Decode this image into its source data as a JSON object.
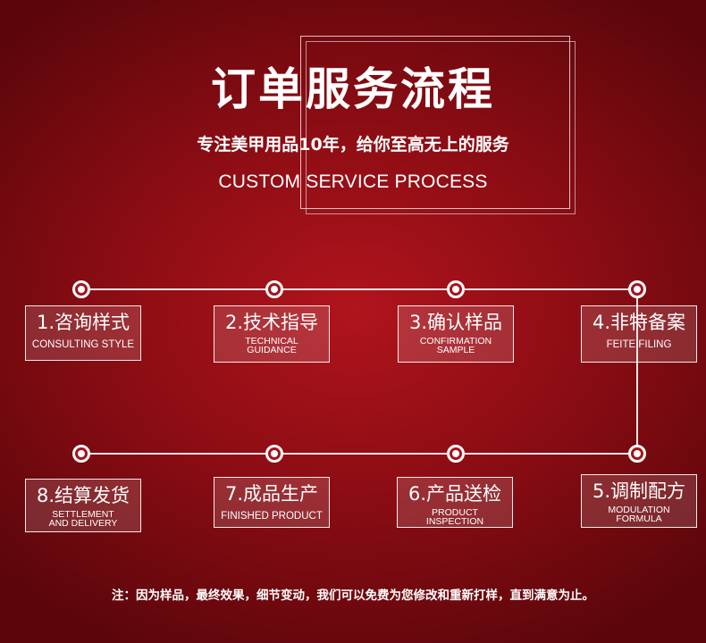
{
  "header": {
    "title": "订单服务流程",
    "subtitle": "专注美甲用品10年，给你至高无上的服务",
    "english_title": "CUSTOM SERVICE PROCESS"
  },
  "steps": [
    {
      "title": "1.咨询样式",
      "en": "CONSULTING STYLE"
    },
    {
      "title": "2.技术指导",
      "en": "TECHNICAL GUIDANCE"
    },
    {
      "title": "3.确认样品",
      "en": "CONFIRMATION SAMPLE"
    },
    {
      "title": "4.非特备案",
      "en": "FEITE FILING"
    },
    {
      "title": "5.调制配方",
      "en": "MODULATION FORMULA"
    },
    {
      "title": "6.产品送检",
      "en": "PRODUCT INSPECTION"
    },
    {
      "title": "7.成品生产",
      "en": "FINISHED PRODUCT"
    },
    {
      "title": "8.结算发货",
      "en": "SETTLEMENT AND DELIVERY"
    }
  ],
  "note": "注：因为样品，最终效果，细节变动，我们可以免费为您修改和重新打样，直到满意为止。",
  "colors": {
    "background": "#9b0f17",
    "text": "#ffffff"
  }
}
